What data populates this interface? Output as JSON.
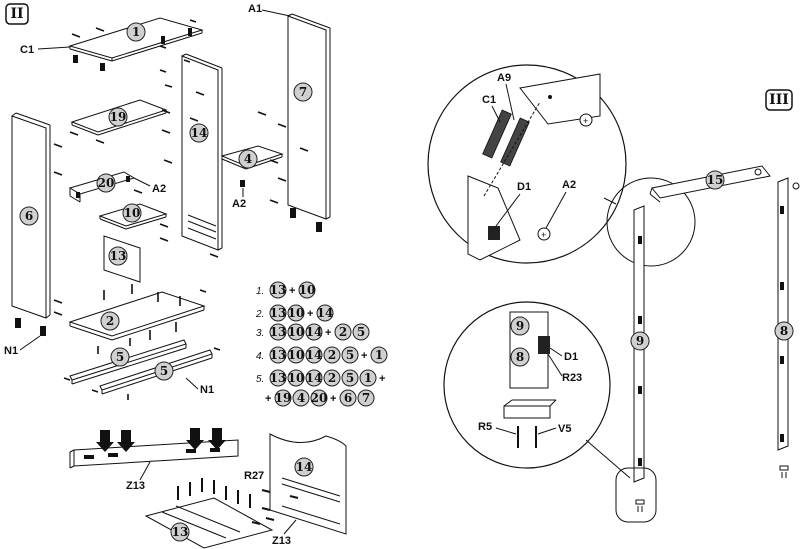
{
  "sections": {
    "left": "II",
    "right": "III"
  },
  "labels": {
    "c1": "C1",
    "a1": "A1",
    "a2": "A2",
    "a2b": "A2",
    "n1": "N1",
    "n1b": "N1",
    "z13": "Z13",
    "z13b": "Z13",
    "r27": "R27",
    "a9": "A9",
    "c1b": "C1",
    "d1": "D1",
    "a2c": "A2",
    "d1b": "D1",
    "r23": "R23",
    "r5": "R5",
    "v5": "V5"
  },
  "parts": {
    "p1": "1",
    "p7": "7",
    "p19": "19",
    "p14": "14",
    "p4": "4",
    "p6": "6",
    "p20": "20",
    "p10": "10",
    "p13": "13",
    "p2": "2",
    "p5a": "5",
    "p5b": "5",
    "p13b": "13",
    "p14b": "14",
    "p15": "15",
    "p9": "9",
    "p8": "8",
    "p9b": "9",
    "p8b": "8"
  },
  "sequence": [
    {
      "num": "1.",
      "items": [
        "13",
        "+",
        "10"
      ]
    },
    {
      "num": "2.",
      "items": [
        "13",
        "10",
        "+",
        "14"
      ]
    },
    {
      "num": "3.",
      "items": [
        "13",
        "10",
        "14",
        "+",
        "2",
        "5"
      ]
    },
    {
      "num": "4.",
      "items": [
        "13",
        "10",
        "14",
        "2",
        "5",
        "+",
        "1"
      ]
    },
    {
      "num": "5.",
      "items": [
        "13",
        "10",
        "14",
        "2",
        "5",
        "1",
        "+"
      ]
    },
    {
      "num": "",
      "items": [
        "+",
        "19",
        "4",
        "20",
        "+",
        "6",
        "7"
      ]
    }
  ]
}
